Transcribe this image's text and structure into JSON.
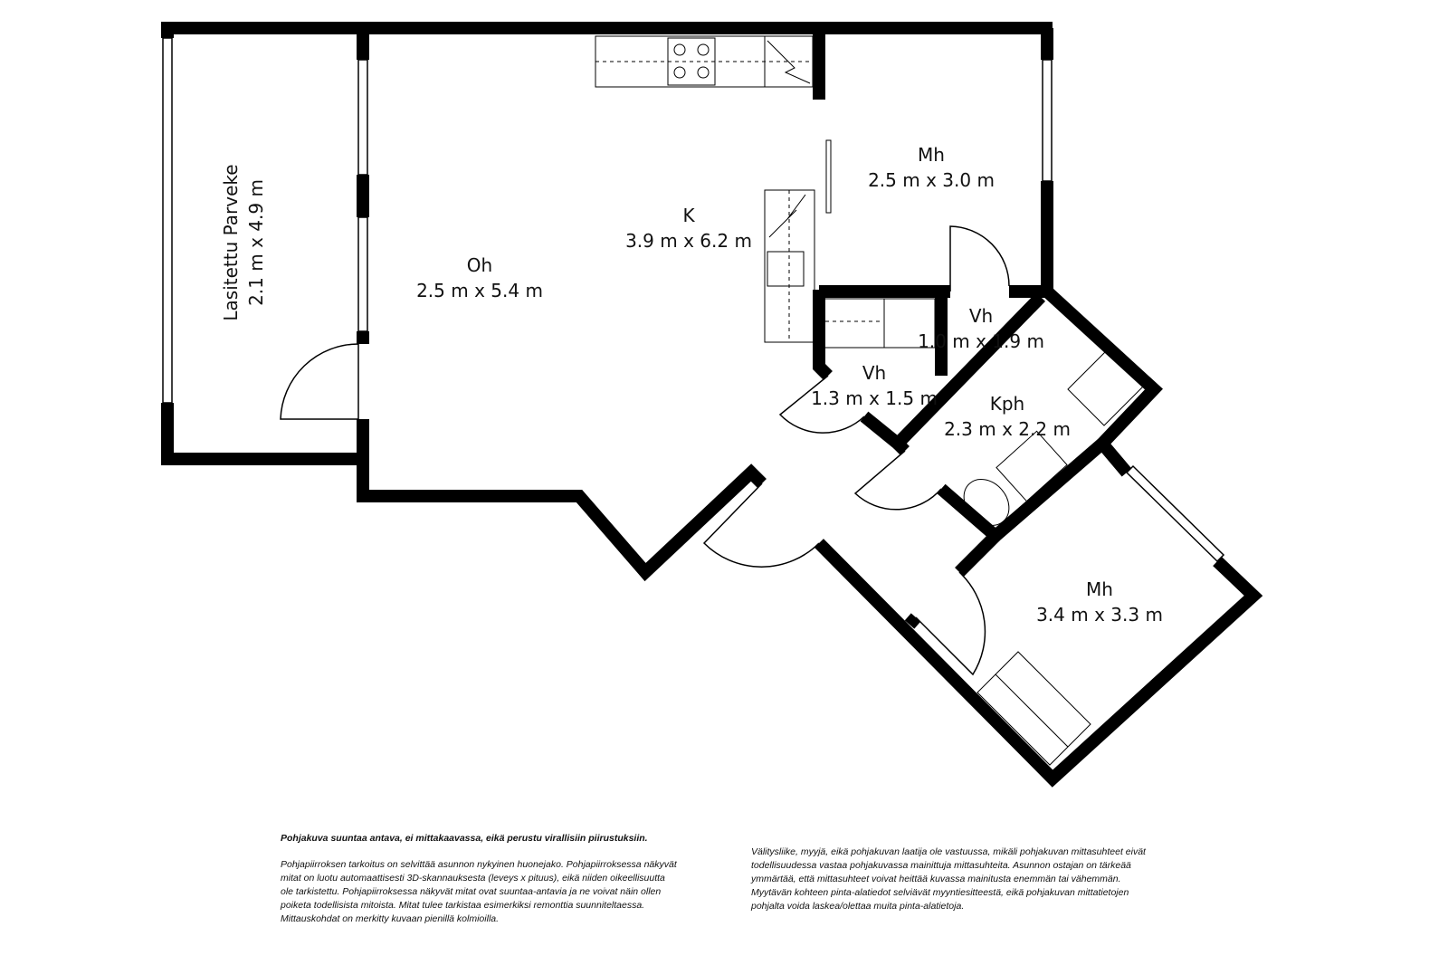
{
  "rooms": {
    "balcony": {
      "name": "Lasitettu Parveke",
      "size": "2.1 m x 4.9 m"
    },
    "living": {
      "name": "Oh",
      "size": "2.5 m x 5.4 m"
    },
    "kitchen": {
      "name": "K",
      "size": "3.9 m x 6.2 m"
    },
    "bedroom1": {
      "name": "Mh",
      "size": "2.5 m x 3.0 m"
    },
    "closet1": {
      "name": "Vh",
      "size": "1.0 m x 1.9 m"
    },
    "closet2": {
      "name": "Vh",
      "size": "1.3 m x 1.5 m"
    },
    "bathroom": {
      "name": "Kph",
      "size": "2.3 m x 2.2 m"
    },
    "bedroom2": {
      "name": "Mh",
      "size": "3.4 m x 3.3 m"
    }
  },
  "disclaimer": {
    "heading": "Pohjakuva suuntaa antava, ei mittakaavassa, eikä perustu virallisiin piirustuksiin.",
    "left": "Pohjapiirroksen tarkoitus on selvittää asunnon nykyinen huonejako. Pohjapiirroksessa näkyvät mitat on luotu automaattisesti 3D-skannauksesta (leveys x pituus), eikä niiden oikeellisuutta ole tarkistettu. Pohjapiirroksessa näkyvät mitat ovat suuntaa-antavia ja ne voivat näin ollen poiketa todellisista mitoista. Mitat tulee tarkistaa esimerkiksi remonttia suunniteltaessa. Mittauskohdat on merkitty kuvaan pienillä kolmioilla.",
    "right": "Välitysliike, myyjä, eikä pohjakuvan laatija ole vastuussa, mikäli pohjakuvan mittasuhteet eivät todellisuudessa vastaa pohjakuvassa mainittuja mittasuhteita. Asunnon ostajan on tärkeää ymmärtää, että mittasuhteet voivat heittää kuvassa mainitusta enemmän tai vähemmän. Myytävän kohteen pinta-alatiedot selviävät myyntiesitteestä, eikä pohjakuvan mittatietojen pohjalta voida laskea/olettaa muita pinta-alatietoja."
  },
  "colors": {
    "wall": "#000000",
    "background": "#ffffff"
  }
}
